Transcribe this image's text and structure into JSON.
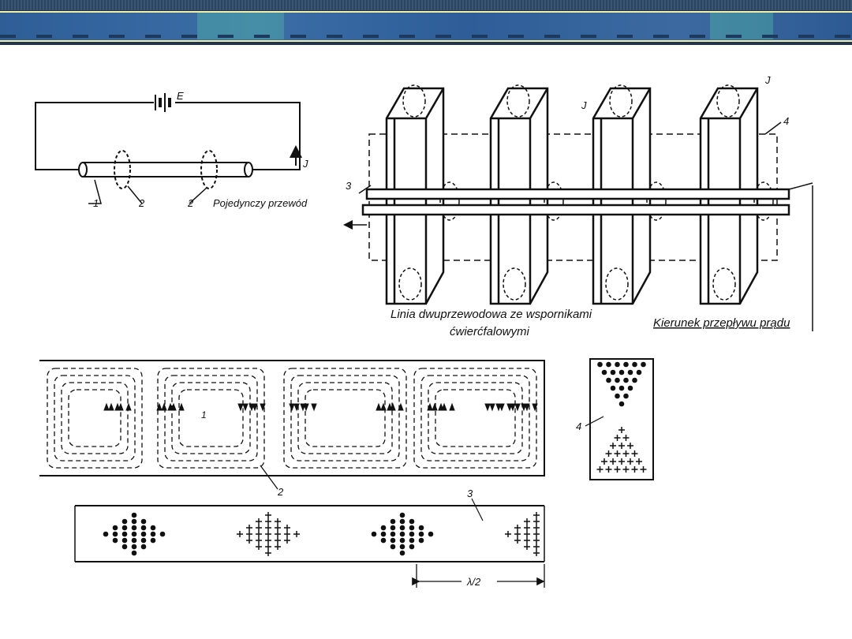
{
  "circuit": {
    "battery_label": "E",
    "current_label": "J",
    "labels": [
      "1",
      "2",
      "2"
    ],
    "caption": "Pojedynczy przewód"
  },
  "two_wire_line": {
    "label_3": "3",
    "label_4": "4",
    "current_labels": [
      "J",
      "J"
    ],
    "caption_line1": "Linia dwuprzewodowa ze wspornikami",
    "caption_line2": "ćwierćfalowymi",
    "direction_caption": "Kierunek przepływu prądu"
  },
  "waveguide": {
    "label_1": "1",
    "label_2": "2",
    "label_3": "3",
    "label_4": "4",
    "half_wavelength": "λ/2"
  }
}
